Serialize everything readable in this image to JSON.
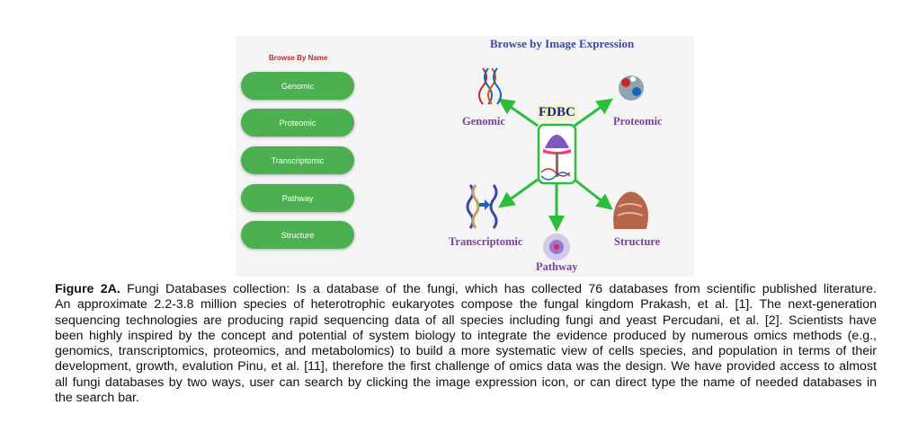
{
  "figure": {
    "browse_by_name": "Browse By Name",
    "buttons": [
      "Genomic",
      "Proteomic",
      "Transcriptomic",
      "Pathway",
      "Structure"
    ],
    "image_title": "Browse by Image Expression",
    "center_label": "FDBC",
    "nodes": {
      "genomic": "Genomic",
      "proteomic": "Proteomic",
      "transcriptomic": "Transcriptomic",
      "structure": "Structure",
      "pathway": "Pathway"
    },
    "colors": {
      "button": "#4caf50",
      "arrow": "#2ebd3a",
      "label": "#7b3fa0",
      "title": "#3949ab"
    }
  },
  "caption": {
    "label": "Figure 2A.",
    "lines": [
      " Fungi Databases collection: Is a database of the fungi, which has collected 76 databases from scientific published literature.",
      "An approximate 2.2-3.8 million species of heterotrophic eukaryotes compose the fungal kingdom Prakash, et al. [1]. The next-generation",
      "sequencing technologies are producing rapid sequencing data of all species including fungi and yeast Percudani, et al. [2]. Scientists have",
      "been highly inspired by the concept and potential of system biology to integrate the evidence produced by numerous omics methods (e.g.,",
      "genomics, transcriptomics, proteomics, and metabolomics) to build a more systematic view of cells species, and population in terms of their",
      "development, growth, evalution Pinu, et al. [11], therefore the first challenge of omics data was the design. We have provided access to almost",
      "all fungi databases by two ways, user can search by clicking the image expression icon, or can direct type the name of needed databases in",
      "the search bar."
    ]
  }
}
